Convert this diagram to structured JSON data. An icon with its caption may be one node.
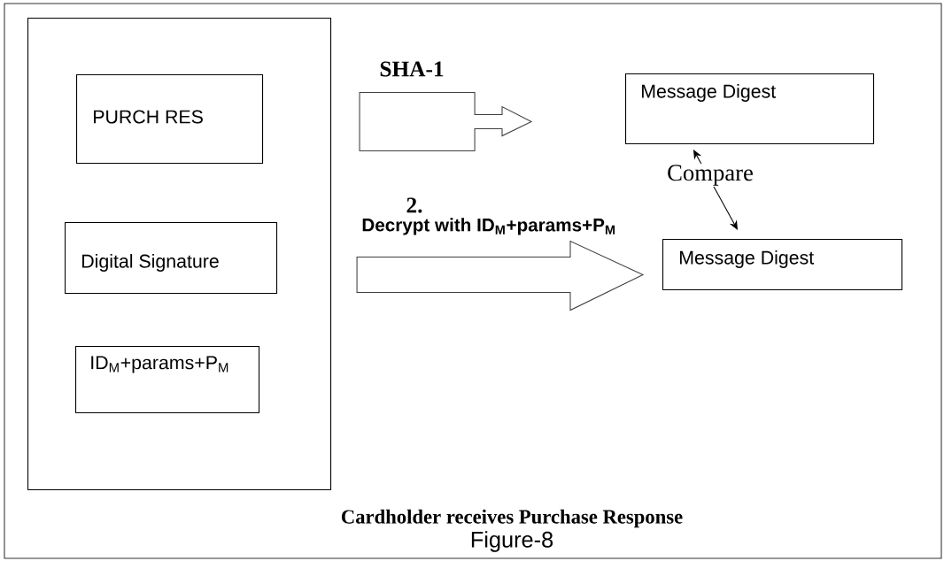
{
  "diagram": {
    "caption": "Cardholder receives Purchase Response",
    "nodes": [
      {
        "text": [],
        "shape": "box"
      },
      {
        "text": [
          "PURCH   RES"
        ],
        "in": 0
      },
      {
        "text": [
          "Digital Signature"
        ],
        "in": 0
      },
      {
        "text": [
          "ID$_{M}$+params+P$_{M}$"
        ],
        "in": 0
      },
      {
        "text": [
          "Message Digest"
        ]
      },
      {
        "text": [
          "Message Digest"
        ]
      }
    ],
    "edges": [
      {
        "from": 1,
        "to": 4,
        "arrow": "to",
        "label": "SHA-1"
      },
      {
        "from": 2,
        "to": 5,
        "arrow": "to",
        "label": "Decrypt with ID$_{M}$+params+P$_{M}$"
      },
      {
        "from": 4,
        "to": 5,
        "arrow": "both",
        "label": "Compare"
      }
    ],
    "labels": [
      "2.",
      "Figure-8"
    ]
  }
}
